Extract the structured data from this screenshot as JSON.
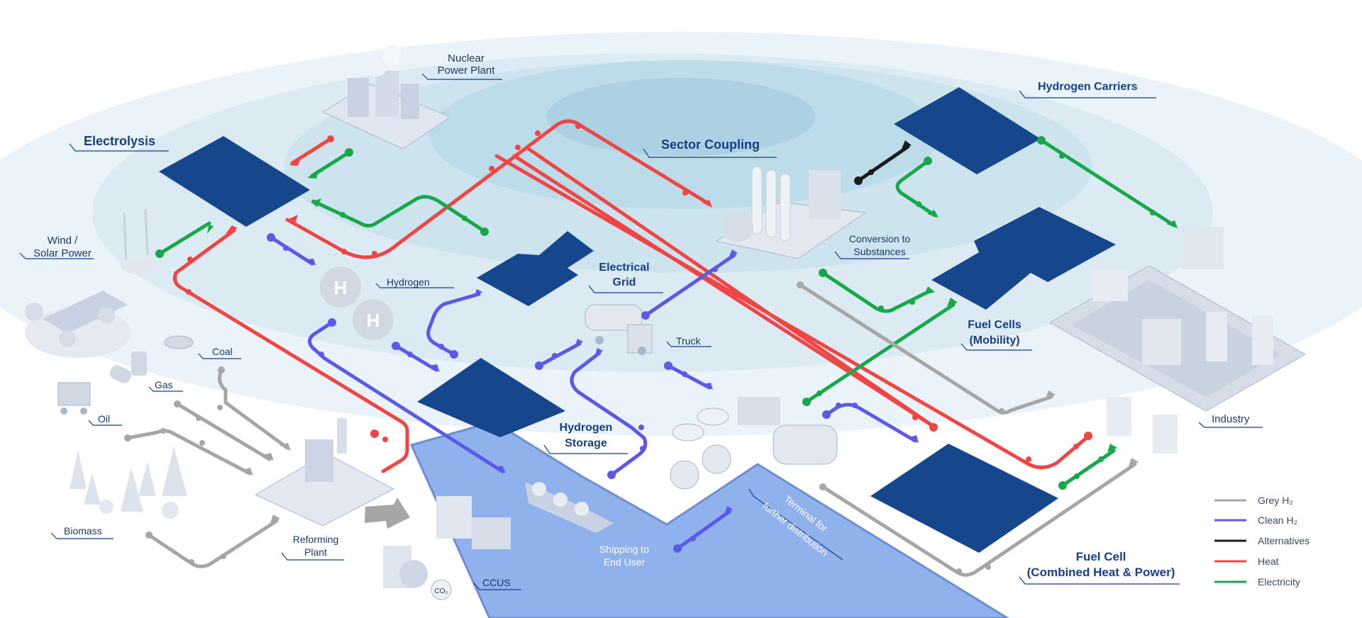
{
  "colors": {
    "grey_h2": "#a6a6a6",
    "clean_h2": "#5b5ae8",
    "alternatives": "#1c1c1c",
    "heat": "#f04545",
    "electricity": "#17a84a",
    "block": "#16478c",
    "water": "#8fb1ec",
    "label": "#173f86"
  },
  "labels": {
    "electrolysis": "Electrolysis",
    "nuclear_line1": "Nuclear",
    "nuclear_line2": "Power Plant",
    "sector_coupling": "Sector Coupling",
    "hydrogen_carriers": "Hydrogen Carriers",
    "wind_line1": "Wind /",
    "wind_line2": "Solar Power",
    "hydrogen": "Hydrogen",
    "electrical_grid_line1": "Electrical",
    "electrical_grid_line2": "Grid",
    "conversion_line1": "Conversion to",
    "conversion_line2": "Substances",
    "fuel_cells_mobility_line1": "Fuel Cells",
    "fuel_cells_mobility_line2": "(Mobility)",
    "coal": "Coal",
    "gas": "Gas",
    "oil": "Oil",
    "truck": "Truck",
    "hydrogen_storage_line1": "Hydrogen",
    "hydrogen_storage_line2": "Storage",
    "industry": "Industry",
    "biomass": "Biomass",
    "reforming_line1": "Reforming",
    "reforming_line2": "Plant",
    "ccus": "CCUS",
    "shipping_line1": "Shipping to",
    "shipping_line2": "End User",
    "terminal_line1": "Terminal for",
    "terminal_line2": "further distribution",
    "fuel_cell_chp_line1": "Fuel Cell",
    "fuel_cell_chp_line2": "(Combined Heat & Power)",
    "h_letter": "H",
    "co2": "CO₂"
  },
  "legend": {
    "items": [
      {
        "label": "Grey H₂",
        "color": "#a6a6a6"
      },
      {
        "label": "Clean H₂",
        "color": "#5b5ae8"
      },
      {
        "label": "Alternatives",
        "color": "#1c1c1c"
      },
      {
        "label": "Heat",
        "color": "#f04545"
      },
      {
        "label": "Electricity",
        "color": "#17a84a"
      }
    ]
  }
}
